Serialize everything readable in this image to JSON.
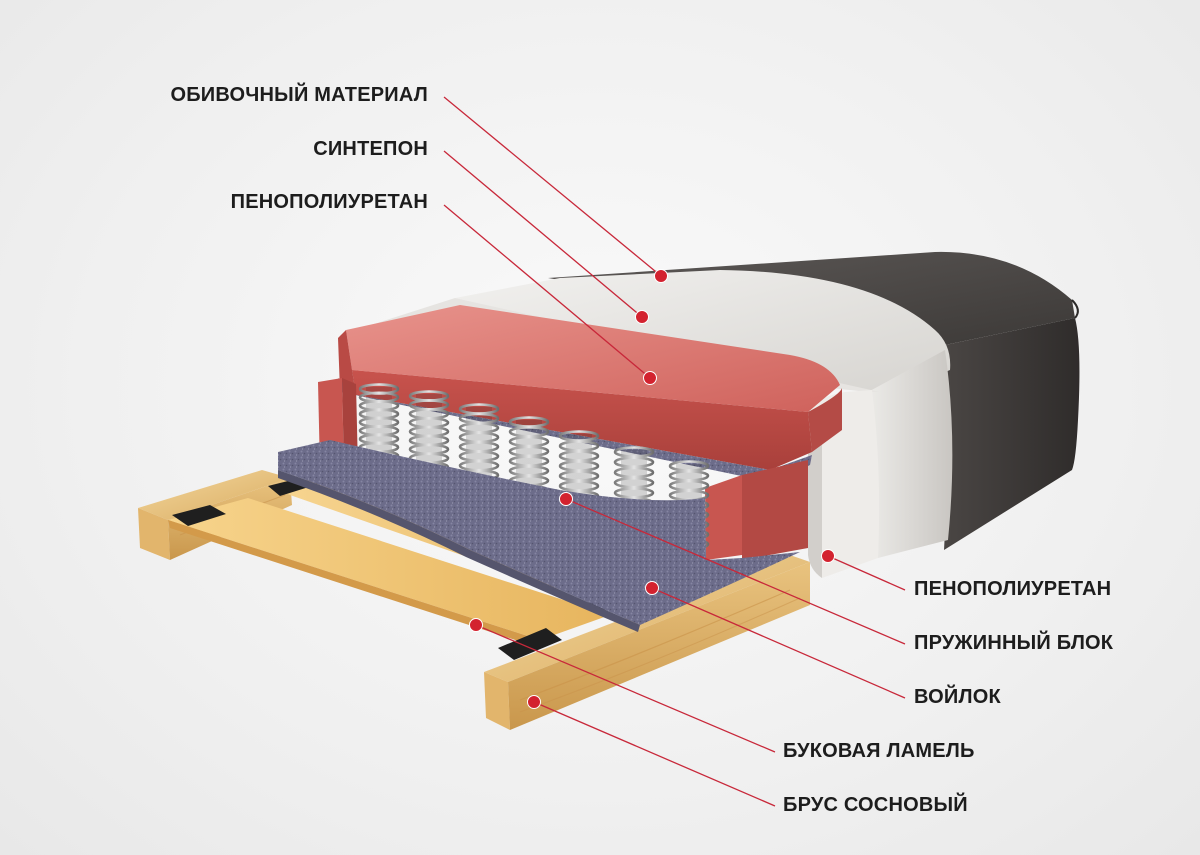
{
  "colors": {
    "leader_line": "#c8283a",
    "marker_dot": "#d3222f",
    "label_text": "#1d1d1d",
    "upholstery": "#4a4644",
    "batting": "#e3e1de",
    "foam": "#d46a64",
    "felt": "#6a6a88",
    "pine": "#e9c37f",
    "beech_slat": "#f1c36e",
    "fastener": "#1f1f1f",
    "spring": "#b8b8b8"
  },
  "layers": [
    {
      "id": "upholstery",
      "label": "ОБИВОЧНЫЙ МАТЕРИАЛ"
    },
    {
      "id": "batting",
      "label": "СИНТЕПОН"
    },
    {
      "id": "foam_top",
      "label": "ПЕНОПОЛИУРЕТАН"
    },
    {
      "id": "foam_side",
      "label": "ПЕНОПОЛИУРЕТАН"
    },
    {
      "id": "spring_unit",
      "label": "ПРУЖИННЫЙ БЛОК"
    },
    {
      "id": "felt",
      "label": "ВОЙЛОК"
    },
    {
      "id": "beech_slat",
      "label": "БУКОВАЯ ЛАМЕЛЬ"
    },
    {
      "id": "pine_beam",
      "label": "БРУС СОСНОВЫЙ"
    }
  ]
}
